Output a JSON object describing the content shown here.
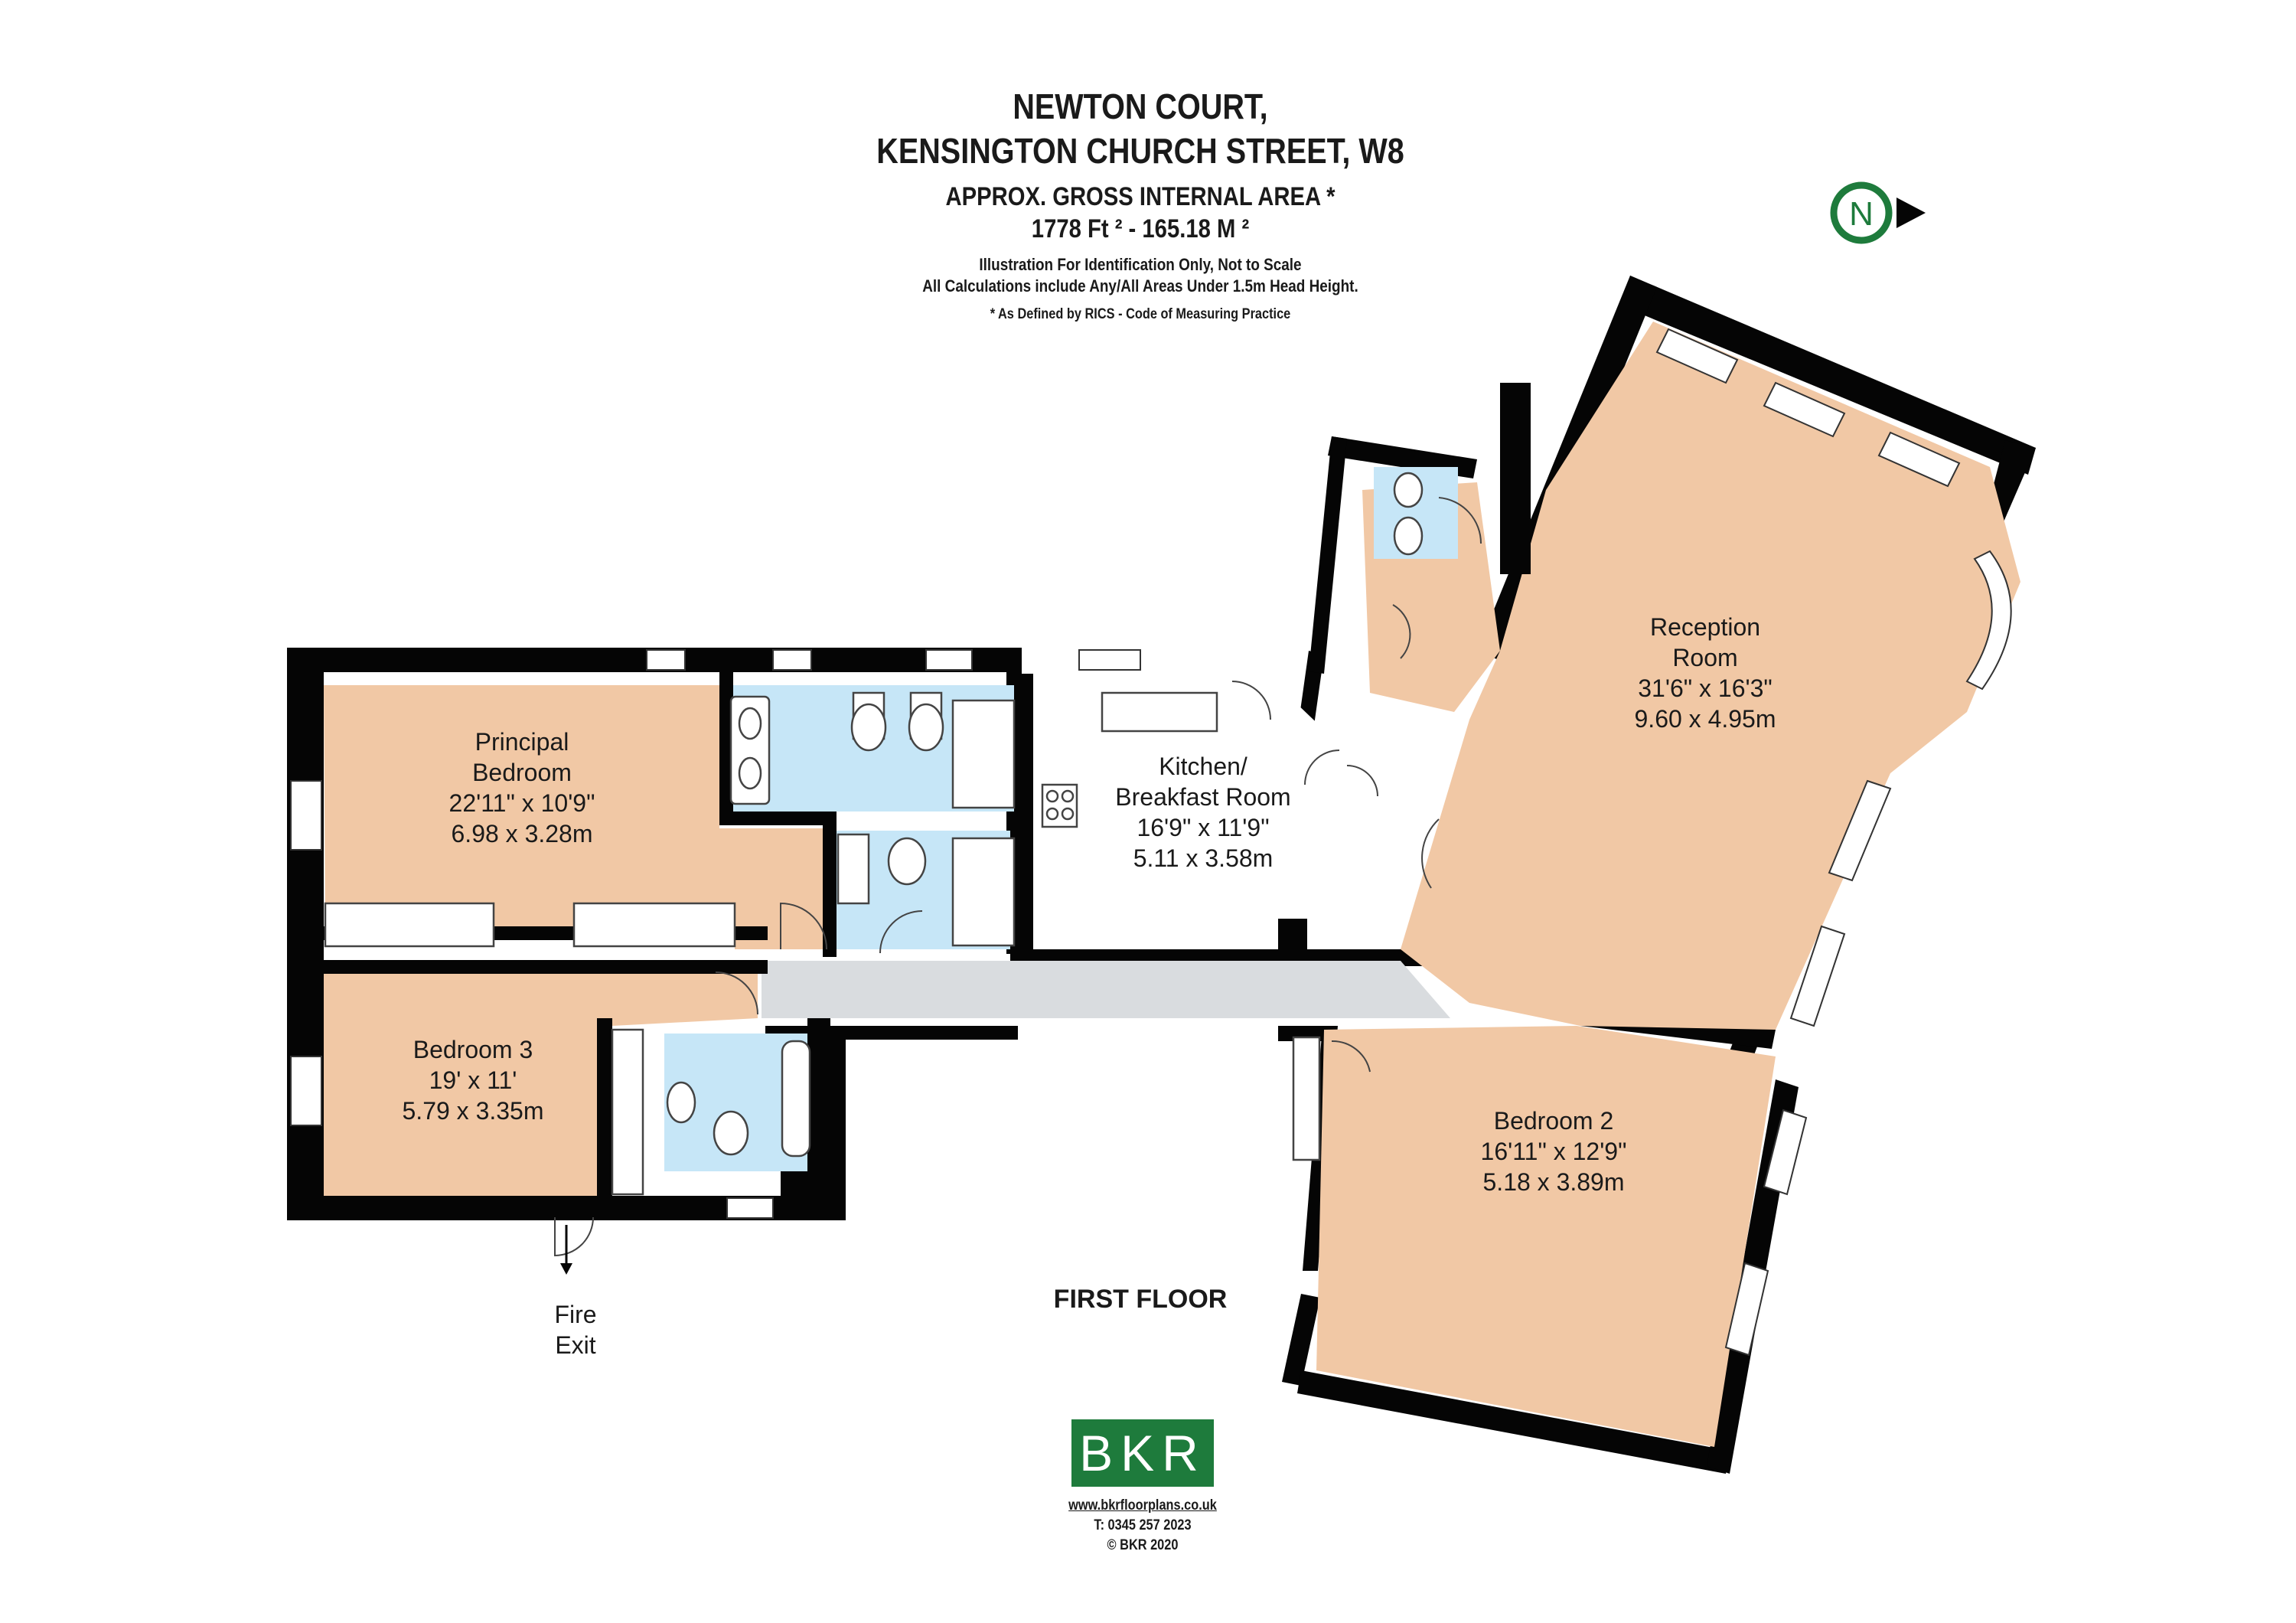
{
  "header": {
    "title_line1": "NEWTON COURT,",
    "title_line2": "KENSINGTON CHURCH STREET, W8",
    "area_title": "APPROX. GROSS INTERNAL AREA *",
    "area_value": "1778 Ft ²  -  165.18 M ²",
    "note1": "Illustration For Identification Only, Not to Scale",
    "note2": "All Calculations include Any/All Areas Under 1.5m Head Height.",
    "note3": "* As Defined by RICS - Code of Measuring Practice"
  },
  "compass": {
    "letter": "N",
    "color": "#1e7b3c"
  },
  "rooms": {
    "principal": {
      "name1": "Principal",
      "name2": "Bedroom",
      "imperial": "22'11\" x 10'9\"",
      "metric": "6.98 x 3.28m"
    },
    "bedroom3": {
      "name": "Bedroom 3",
      "imperial": "19' x 11'",
      "metric": "5.79 x 3.35m"
    },
    "kitchen": {
      "name1": "Kitchen/",
      "name2": "Breakfast Room",
      "imperial": "16'9\" x 11'9\"",
      "metric": "5.11 x 3.58m"
    },
    "reception": {
      "name1": "Reception",
      "name2": "Room",
      "imperial": "31'6\" x 16'3\"",
      "metric": "9.60 x 4.95m"
    },
    "bedroom2": {
      "name": "Bedroom 2",
      "imperial": "16'11\" x 12'9\"",
      "metric": "5.18 x 3.89m"
    }
  },
  "fire_exit": {
    "line1": "Fire",
    "line2": "Exit"
  },
  "floor_label": "FIRST FLOOR",
  "colors": {
    "room": "#f1c8a5",
    "bathroom": "#c6e6f7",
    "hallway": "#d9dcdf",
    "wall": "#050505",
    "brand": "#1e7b3c"
  },
  "footer": {
    "logo": "BKR",
    "website": "www.bkrfloorplans.co.uk",
    "phone": "T:  0345 257 2023",
    "copyright": "©  BKR 2020"
  }
}
